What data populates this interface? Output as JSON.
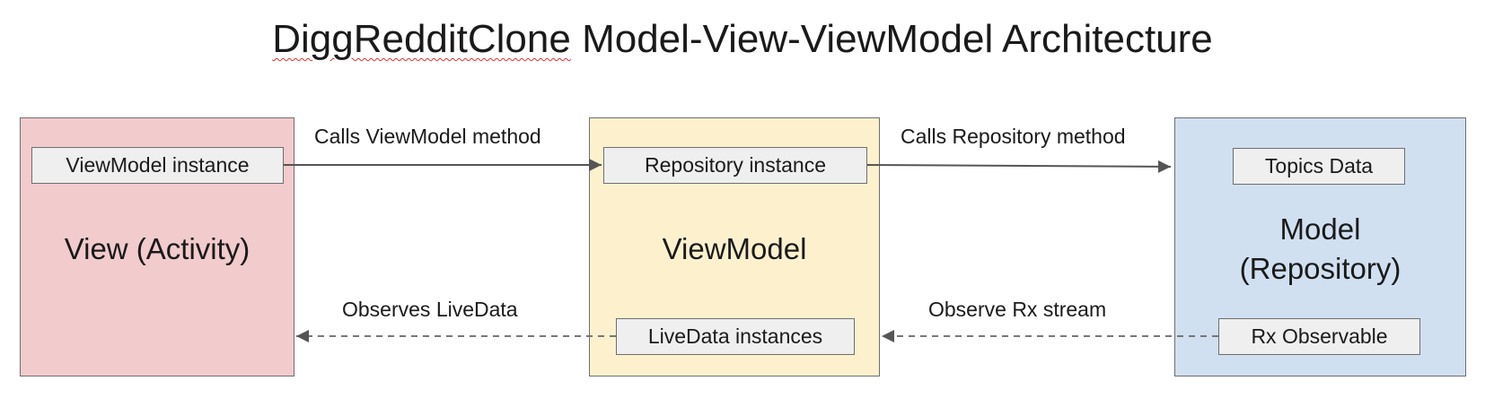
{
  "title": {
    "part1": "DiggRedditClone",
    "part2": " Model-View-ViewModel Architecture"
  },
  "panels": {
    "view": {
      "label": "View (Activity)",
      "color": "#f2cbcd"
    },
    "viewmodel": {
      "label": "ViewModel",
      "color": "#fdf1cd"
    },
    "model": {
      "label_line1": "Model",
      "label_line2": "(Repository)",
      "color": "#d0e0f1"
    }
  },
  "chips": {
    "viewmodel_instance": "ViewModel instance",
    "repository_instance": "Repository instance",
    "livedata_instances": "LiveData instances",
    "topics_data": "Topics Data",
    "rx_observable": "Rx Observable"
  },
  "edges": {
    "calls_viewmodel": "Calls ViewModel method",
    "calls_repository": "Calls Repository method",
    "observes_livedata": "Observes LiveData",
    "observe_rx": "Observe Rx stream"
  }
}
